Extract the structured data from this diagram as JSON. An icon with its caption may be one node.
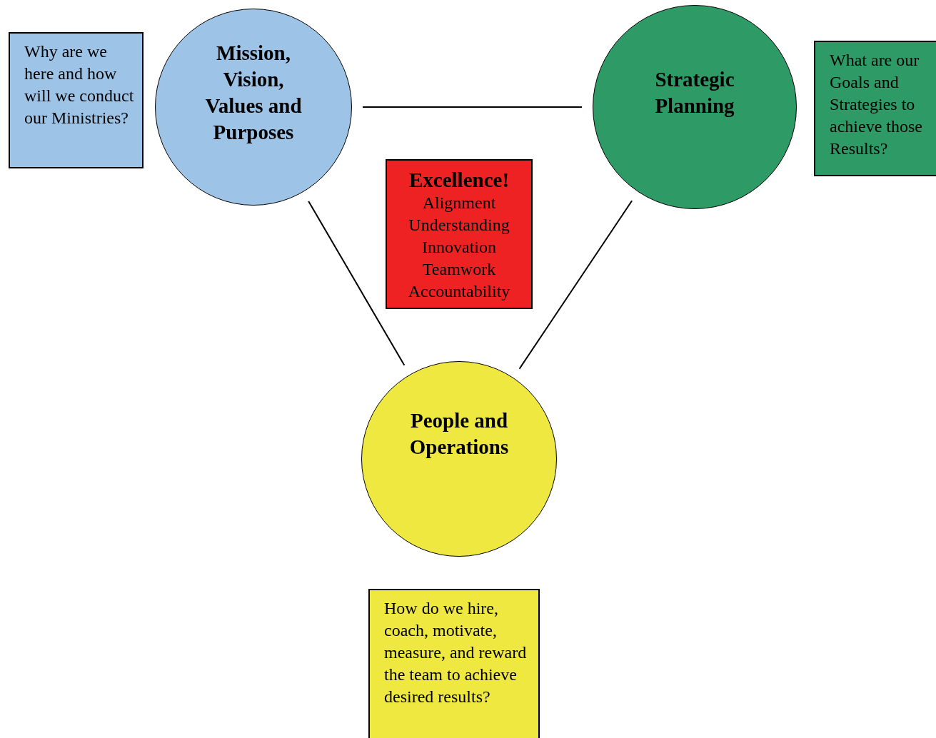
{
  "diagram": {
    "nodes": [
      {
        "text": [
          "Why are we here and how will we conduct our Ministries?"
        ]
      },
      {
        "text": [
          "Mission, Vision, Values and Purposes"
        ]
      },
      {
        "text": [
          "Strategic Planning"
        ]
      },
      {
        "text": [
          "What are our Goals and Strategies to achieve those Results?"
        ]
      },
      {
        "text": [
          "Excellence!",
          "Alignment",
          "Understanding",
          "Innovation",
          "Teamwork",
          "Accountability"
        ]
      },
      {
        "text": [
          "People and Operations"
        ]
      },
      {
        "text": [
          "How do we hire, coach, motivate, measure, and reward the team to achieve desired results?"
        ]
      }
    ],
    "edges": [
      {
        "from": 1,
        "to": 2,
        "arrow": "none"
      },
      {
        "from": 1,
        "to": 5,
        "arrow": "none"
      },
      {
        "from": 2,
        "to": 5,
        "arrow": "none"
      }
    ]
  }
}
